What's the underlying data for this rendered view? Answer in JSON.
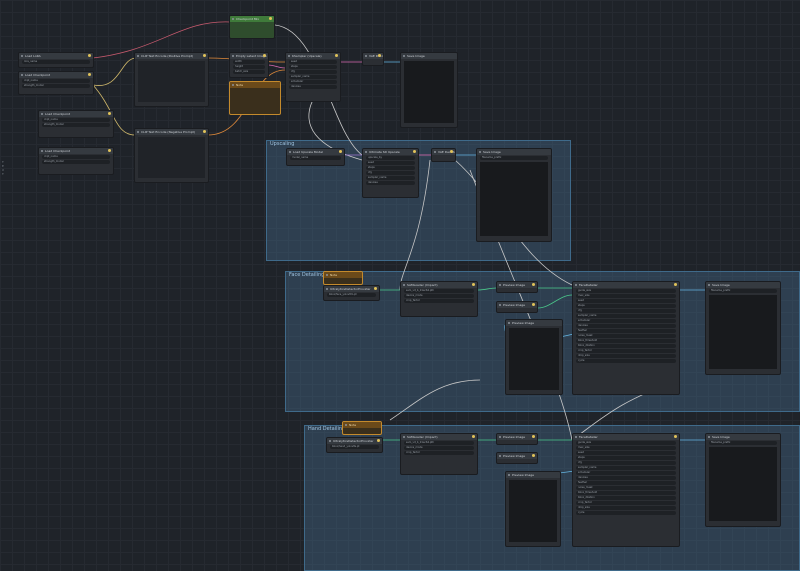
{
  "groups": {
    "group1": "Upscaling",
    "group2": "Face Detailing",
    "group3": "Hand Detailing"
  },
  "nodes": {
    "load_lora": "Load LoRA",
    "load_checkpoint": "Load Checkpoint",
    "ckpt_loader": "Load Checkpoint",
    "clip_pos": "CLIP Text Encode (Positive Prompt)",
    "clip_neg": "CLIP Text Encode (Negative Prompt)",
    "empty_latent": "Empty Latent Image",
    "ksampler": "KSampler (Upscale)",
    "vae_decode": "VAE Decode",
    "save_image": "Save Image",
    "note": "Note",
    "group_node": "Checkpoint Mix",
    "upscale_model": "Load Upscale Model",
    "ultimate_upscale": "Ultimate SD Upscale",
    "vae_decode2": "VAE Decode",
    "save_image2": "Save Image",
    "face_note": "Note",
    "bbox_face": "UltralyticsDetectorProvider",
    "sam_face": "SAMLoader (Impact)",
    "face_detailer": "FaceDetailer",
    "preview_face": "Preview Image",
    "preview_face2": "Preview Image",
    "save_face": "Save Image",
    "hand_note": "Note",
    "bbox_hand": "UltralyticsDetectorProvider",
    "sam_hand": "SAMLoader (Impact)",
    "hand_detailer": "FaceDetailer",
    "preview_hand": "Preview Image",
    "preview_hand2": "Preview Image",
    "save_hand": "Save Image"
  },
  "rows": {
    "lora_name": "lora_name",
    "strength": "strength_model",
    "ckpt_name": "ckpt_name",
    "width": "width",
    "height": "height",
    "batch": "batch_size",
    "seed": "seed",
    "steps": "steps",
    "cfg": "cfg",
    "sampler": "sampler_name",
    "scheduler": "scheduler",
    "denoise": "denoise",
    "model_name": "model_name",
    "upscale_by": "upscale_by",
    "filename_prefix": "filename_prefix",
    "bbox_model": "bbox/face_yolov8m.pt",
    "hand_model": "bbox/hand_yolov8s.pt",
    "sam_model": "sam_vit_b_01ec64.pth",
    "device": "device_mode",
    "guide_size": "guide_size",
    "max_size": "max_size",
    "feather": "feather",
    "noise_mask": "noise_mask",
    "bbox_threshold": "bbox_threshold",
    "bbox_dilation": "bbox_dilation",
    "crop_factor": "crop_factor",
    "drop_size": "drop_size",
    "cycle": "cycle"
  },
  "side": {
    "line1": "T",
    "line2": "E",
    "line3": "X",
    "line4": "T"
  }
}
